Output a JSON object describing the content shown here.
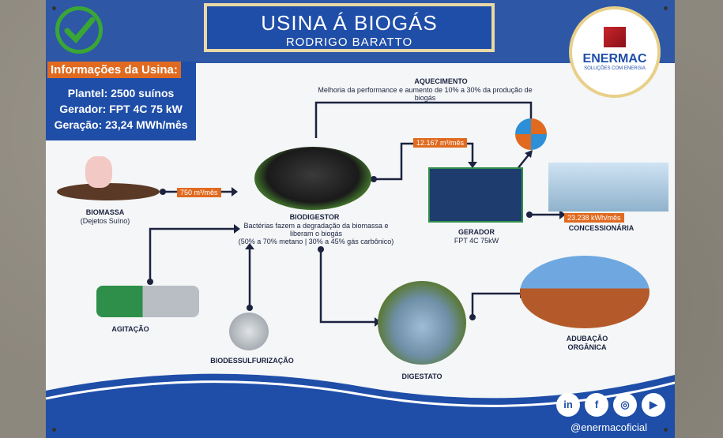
{
  "title": {
    "line1": "USINA Á BIOGÁS",
    "line2": "RODRIGO BARATTO"
  },
  "info": {
    "header": "Informações da Usina:",
    "plantel": "Plantel: 2500 suínos",
    "gerador": "Gerador: FPT 4C 75 kW",
    "geracao": "Geração: 23,24 MWh/mês"
  },
  "logo": {
    "name": "ENERMAC",
    "tagline": "SOLUÇÕES COM ENERGIA"
  },
  "aquecimento": {
    "title": "AQUECIMENTO",
    "desc1": "Melhoria da performance e aumento de 10% a 30% da produção de",
    "desc2": "biogás"
  },
  "biomassa": {
    "title": "BIOMASSA",
    "sub": "(Dejetos Suíno)",
    "flow": "750 m³/mês"
  },
  "biodigestor": {
    "title": "BIODIGESTOR",
    "desc1": "Bactérias fazem a degradação da biomassa e",
    "desc2": "liberam o biogás",
    "desc3": "(50% a 70% metano | 30% a 45% gás carbônico)"
  },
  "gerador": {
    "title": "GERADOR",
    "sub": "FPT 4C 75kW",
    "flow": "12.167 m³/mês"
  },
  "concessionaria": {
    "title": "CONCESSIONÁRIA",
    "flow": "23.238 kWh/mês"
  },
  "agitacao": {
    "title": "AGITAÇÃO"
  },
  "biodessulfurizacao": {
    "title": "BIODESSULFURIZAÇÃO"
  },
  "digestato": {
    "title": "DIGESTATO"
  },
  "adubacao": {
    "title1": "ADUBAÇÃO",
    "title2": "ORGÂNICA"
  },
  "social": {
    "handle": "@enermacoficial",
    "icons": [
      "linkedin-icon",
      "facebook-icon",
      "instagram-icon",
      "youtube-icon"
    ]
  },
  "colors": {
    "blue": "#1f4ea8",
    "orange": "#e06a1f",
    "green": "#3aa635"
  }
}
